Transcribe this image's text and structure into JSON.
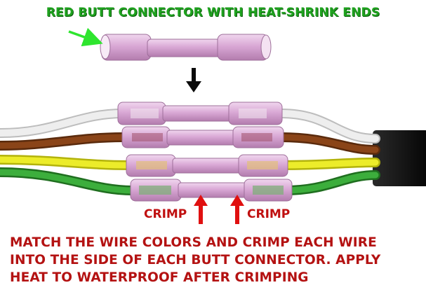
{
  "diagram": {
    "title": "RED BUTT CONNECTOR WITH HEAT-SHRINK ENDS",
    "crimp_left": "CRIMP",
    "crimp_right": "CRIMP",
    "instructions": [
      "MATCH THE WIRE COLORS AND CRIMP EACH WIRE",
      "INTO THE SIDE OF EACH BUTT CONNECTOR. APPLY",
      "HEAT TO WATERPROOF AFTER CRIMPING"
    ],
    "wires": [
      {
        "name": "white-wire",
        "color": "#e6e6e6"
      },
      {
        "name": "brown-wire",
        "color": "#7a3a12"
      },
      {
        "name": "yellow-wire",
        "color": "#e3e31a"
      },
      {
        "name": "green-wire",
        "color": "#2f9a2f"
      }
    ],
    "colors": {
      "title": "#1fa21f",
      "crimp": "#c01010",
      "instructions": "#b41212",
      "connector": "#d8a6d4",
      "cable_jacket": "#121212"
    }
  }
}
